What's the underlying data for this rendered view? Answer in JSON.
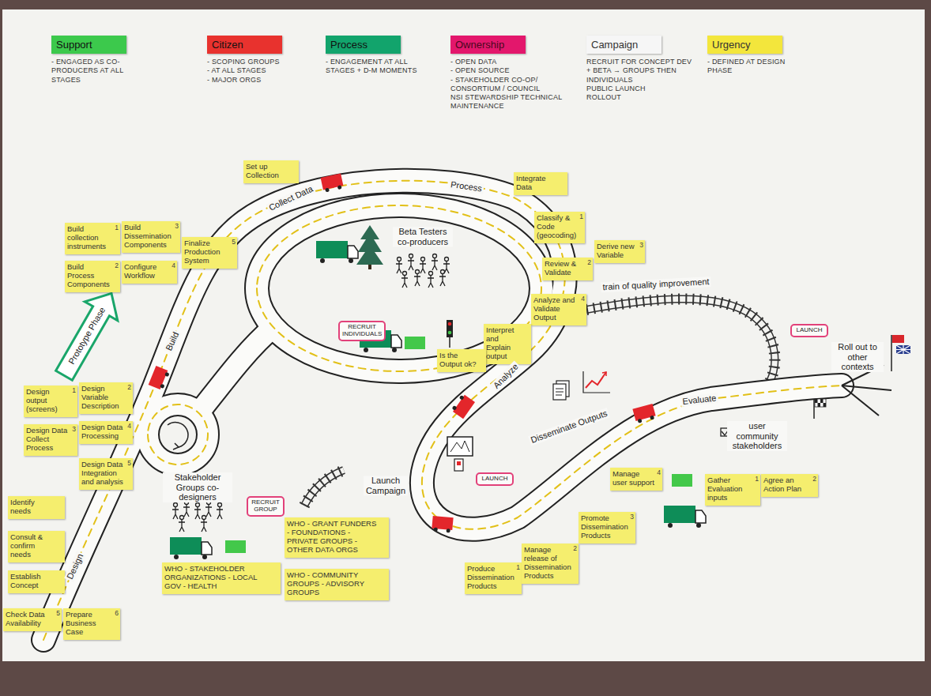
{
  "diagram": {
    "nodes": [
      {
        "text": [
          "Support",
          "- ENGAGED AS CO-PRODUCERS AT ALL STAGES"
        ]
      },
      {
        "text": [
          "Citizen",
          "- SCOPING GROUPS",
          "- AT ALL STAGES",
          "- MAJOR ORGS"
        ]
      },
      {
        "text": [
          "Process",
          "- ENGAGEMENT AT ALL STAGES + D-M MOMENTS"
        ]
      },
      {
        "text": [
          "Ownership",
          "- OPEN DATA",
          "- OPEN SOURCE",
          "- STAKEHOLDER CO-OP/ CONSORTIUM / COUNCIL",
          "NSI STEWARDSHIP TECHNICAL MAINTENANCE"
        ]
      },
      {
        "text": [
          "Campaign",
          "RECRUIT FOR CONCEPT DEV + BETA → GROUPS THEN INDIVIDUALS",
          "PUBLIC LAUNCH",
          "ROLLOUT"
        ]
      },
      {
        "text": [
          "Urgency",
          "- DEFINED AT DESIGN PHASE"
        ]
      },
      {
        "text": [
          "Identify needs"
        ]
      },
      {
        "text": [
          "Consult & confirm needs"
        ]
      },
      {
        "text": [
          "Establish Concept"
        ]
      },
      {
        "text": [
          "Check Data Availability",
          "5"
        ]
      },
      {
        "text": [
          "Prepare Business Case",
          "6"
        ]
      },
      {
        "text": [
          "Design output (screens)",
          "1"
        ]
      },
      {
        "text": [
          "Design Variable Description",
          "2"
        ]
      },
      {
        "text": [
          "Design Data Collect Process",
          "3"
        ]
      },
      {
        "text": [
          "Design Data Processing",
          "4"
        ]
      },
      {
        "text": [
          "Design Data Integration and analysis",
          "5"
        ]
      },
      {
        "text": [
          "Build collection instruments",
          "1"
        ]
      },
      {
        "text": [
          "Build Process Components",
          "2"
        ]
      },
      {
        "text": [
          "Build Dissemination Components",
          "3"
        ]
      },
      {
        "text": [
          "Configure Workflow",
          "4"
        ]
      },
      {
        "text": [
          "Finalize Production System",
          "5"
        ]
      },
      {
        "text": [
          "Set up Collection"
        ]
      },
      {
        "text": [
          "Integrate Data"
        ]
      },
      {
        "text": [
          "Classify & Code (geocoding)",
          "1"
        ]
      },
      {
        "text": [
          "Review & Validate",
          "2"
        ]
      },
      {
        "text": [
          "Derive new Variable",
          "3"
        ]
      },
      {
        "text": [
          "Analyze and Validate Output",
          "4"
        ]
      },
      {
        "text": [
          "Interpret and Explain output"
        ]
      },
      {
        "text": [
          "Is the Output ok?"
        ]
      },
      {
        "text": [
          "Produce Dissemination Products",
          "1"
        ]
      },
      {
        "text": [
          "Manage release of Dissemination Products",
          "2"
        ]
      },
      {
        "text": [
          "Promote Dissemination Products",
          "3"
        ]
      },
      {
        "text": [
          "Manage user support",
          "4"
        ]
      },
      {
        "text": [
          "Gather Evaluation inputs",
          "1"
        ]
      },
      {
        "text": [
          "Agree an Action Plan",
          "2"
        ]
      },
      {
        "text": [
          "WHO - STAKEHOLDER ORGANIZATIONS - LOCAL GOV - HEALTH"
        ]
      },
      {
        "text": [
          "WHO - GRANT FUNDERS - FOUNDATIONS - PRIVATE GROUPS - OTHER DATA ORGS"
        ]
      },
      {
        "text": [
          "WHO - COMMUNITY GROUPS - ADVISORY GROUPS"
        ]
      },
      {
        "text": [
          "RECRUIT INDIVIDUALS"
        ]
      },
      {
        "text": [
          "RECRUIT GROUP"
        ]
      },
      {
        "text": [
          "LAUNCH"
        ]
      },
      {
        "text": [
          "LAUNCH"
        ]
      }
    ],
    "labels": [
      "Design",
      "Build",
      "Prototype Phase",
      "Collect Data",
      "Process",
      "Analyze",
      "Beta Testers co-producers",
      "Stakeholder Groups co-designers",
      "train of quality improvement",
      "Disseminate Outputs",
      "Evaluate",
      "Roll out to other contexts",
      "user community stakeholders",
      "Launch Campaign"
    ]
  }
}
